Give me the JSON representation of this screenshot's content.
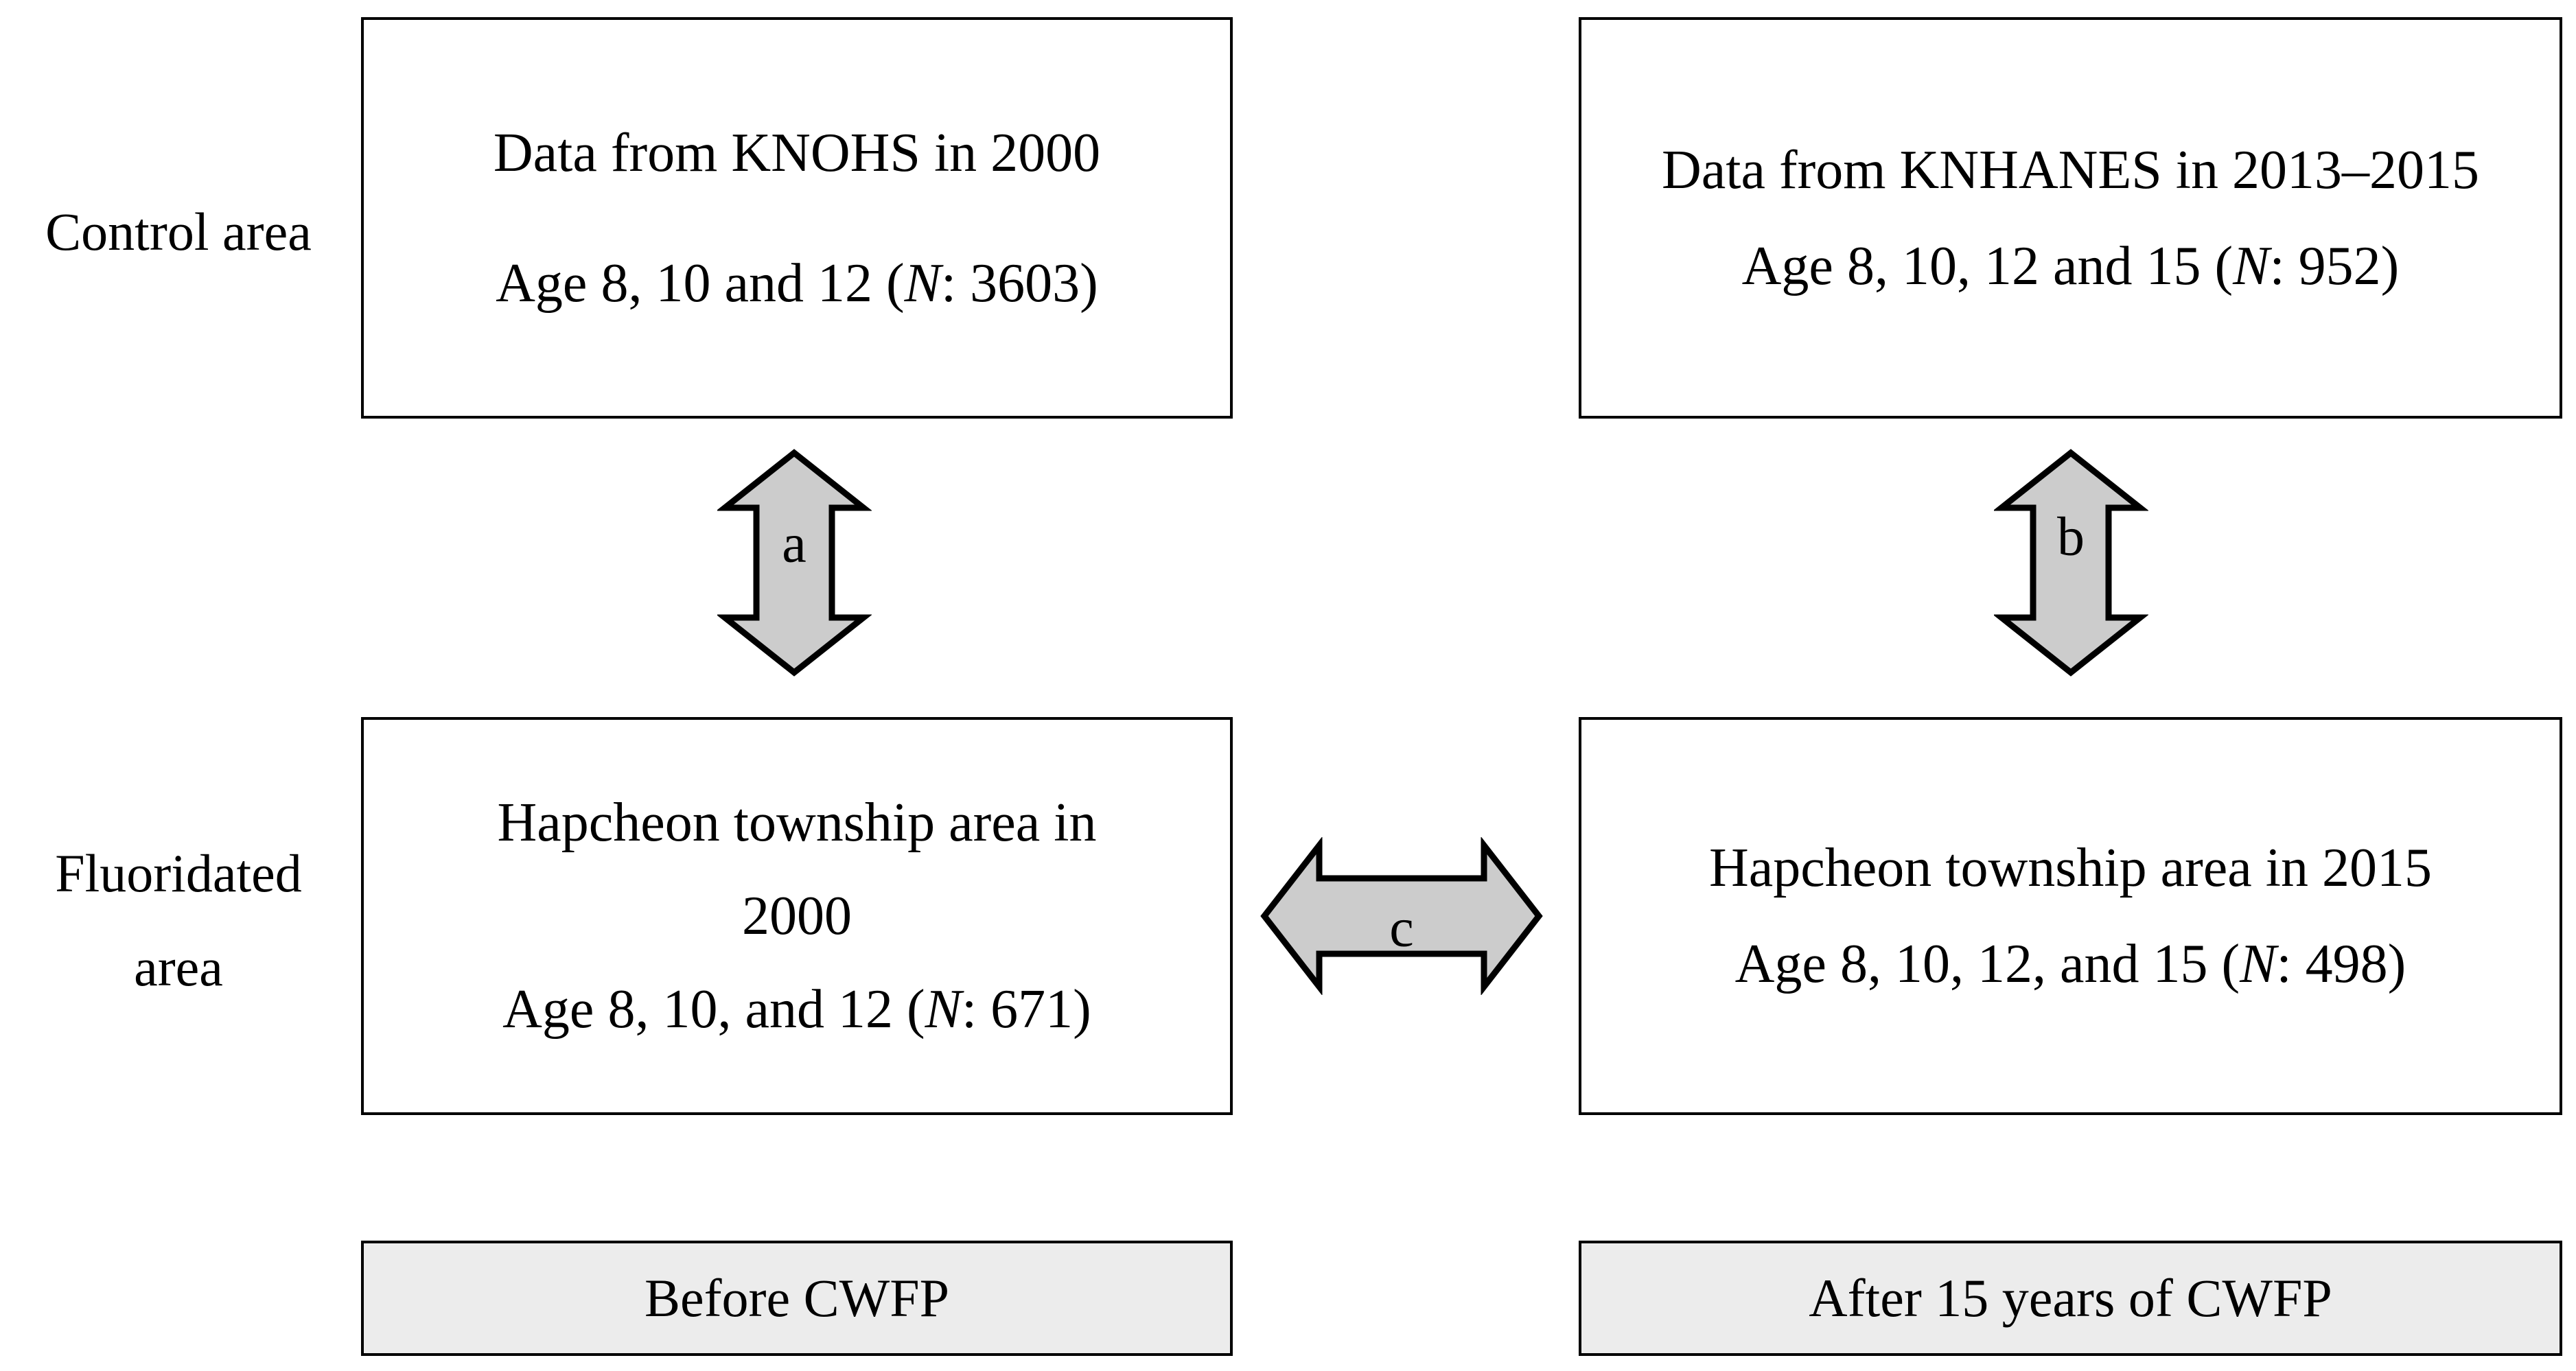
{
  "row_labels": {
    "control": "Control area",
    "fluoridated_line1": "Fluoridated",
    "fluoridated_line2": "area"
  },
  "boxes": {
    "control_before": {
      "line1": "Data from KNOHS in 2000",
      "line2_pre": "Age 8, 10 and 12 (",
      "line2_n": "N",
      "line2_post": ": 3603)"
    },
    "control_after": {
      "line1": "Data from KNHANES in 2013–2015",
      "line2_pre": "Age 8, 10, 12 and 15 (",
      "line2_n": "N",
      "line2_post": ": 952)"
    },
    "fluoridated_before": {
      "line1": "Hapcheon township area in",
      "line1b": "2000",
      "line2_pre": "Age 8, 10, and 12 (",
      "line2_n": "N",
      "line2_post": ": 671)"
    },
    "fluoridated_after": {
      "line1": "Hapcheon township area in 2015",
      "line2_pre": "Age 8, 10, 12, and 15 (",
      "line2_n": "N",
      "line2_post": ": 498)"
    }
  },
  "arrows": {
    "a": "a",
    "b": "b",
    "c": "c"
  },
  "footers": {
    "before": "Before CWFP",
    "after": "After 15 years of CWFP"
  },
  "colors": {
    "arrow_fill": "#cccccc",
    "footer_fill": "#ececec",
    "stroke": "#000000"
  }
}
